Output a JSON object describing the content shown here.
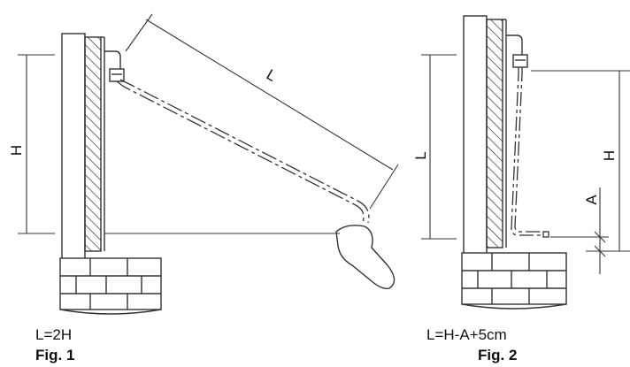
{
  "figure1": {
    "dim_L": "L",
    "dim_H": "H",
    "formula": "L=2H",
    "caption": "Fig. 1"
  },
  "figure2": {
    "dim_L": "L",
    "dim_H": "H",
    "dim_A": "A",
    "formula": "L=H-A+5cm",
    "caption": "Fig. 2"
  }
}
